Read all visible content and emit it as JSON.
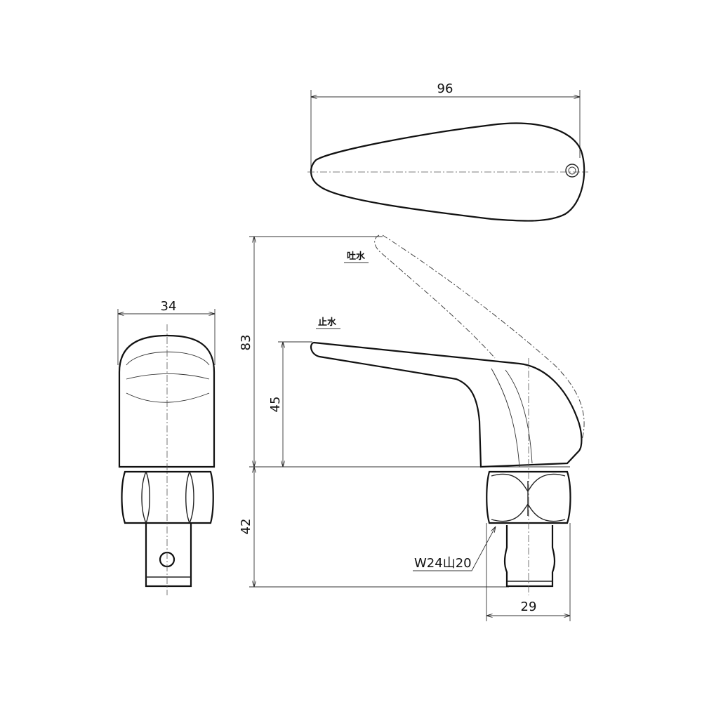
{
  "dimensions": {
    "handle_length": "96",
    "width": "34",
    "total_height": "83",
    "handle_height": "45",
    "lower_height": "42",
    "nut_width": "29"
  },
  "annotations": {
    "open_position": "吐水",
    "closed_position": "止水",
    "thread_spec": "W24山20"
  }
}
